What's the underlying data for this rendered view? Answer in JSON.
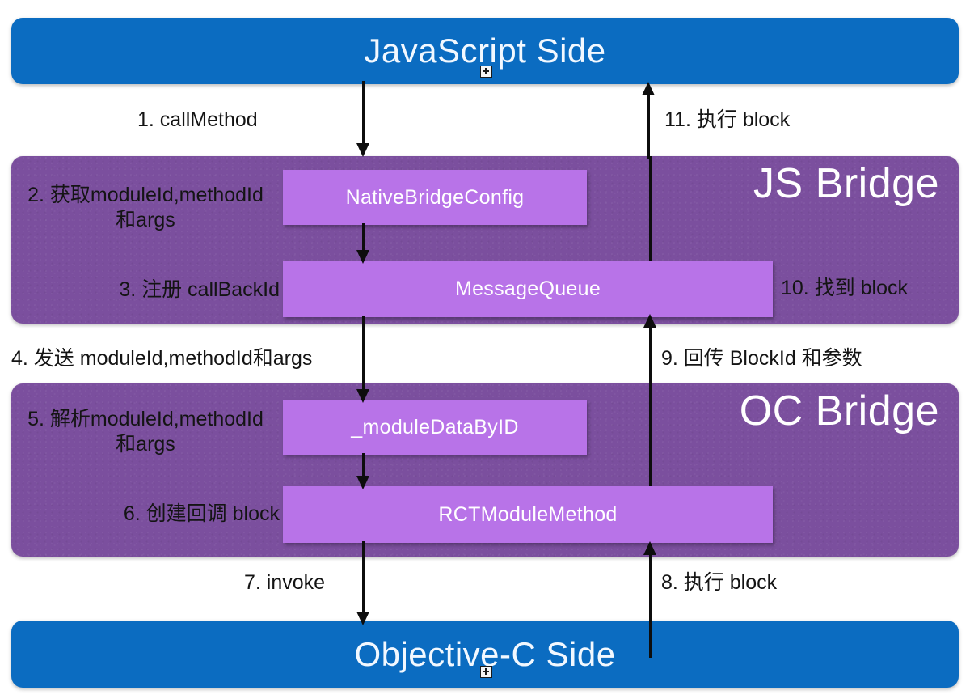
{
  "diagram": {
    "title": "React Native JS/OC Bridge call flow",
    "colors": {
      "blue_band": "#0b6cc1",
      "purple_band": "#7b4f9e",
      "node_box": "#b873e8",
      "arrow": "#0d0d0d",
      "label_text": "#141414",
      "band_title_text": "#ffffff"
    },
    "bands": {
      "js_side": "JavaScript Side",
      "js_bridge": "JS Bridge",
      "oc_bridge": "OC Bridge",
      "oc_side": "Objective-C Side"
    },
    "nodes": {
      "native_bridge_config": "NativeBridgeConfig",
      "message_queue": "MessageQueue",
      "module_data_by_id": "_moduleDataByID",
      "rct_module_method": "RCTModuleMethod"
    },
    "steps": {
      "s1": "1. callMethod",
      "s2": "2. 获取moduleId,methodId\n和args",
      "s3": "3. 注册 callBackId",
      "s4": "4. 发送 moduleId,methodId和args",
      "s5": "5. 解析moduleId,methodId\n和args",
      "s6": "6. 创建回调 block",
      "s7": "7. invoke",
      "s8": "8. 执行 block",
      "s9": "9. 回传 BlockId 和参数",
      "s10": "10. 找到 block",
      "s11": "11. 执行 block"
    }
  }
}
